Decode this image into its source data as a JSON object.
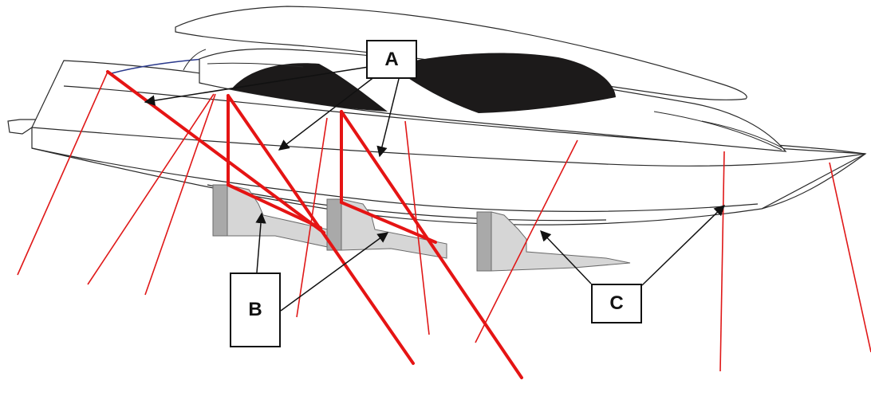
{
  "labels": {
    "a": "A",
    "b": "B",
    "c": "C"
  },
  "colors": {
    "outline": "#2a2a2a",
    "glass": "#1c1a1a",
    "hull_top_blue": "#2b3a8c",
    "sling_line": "#e01818",
    "sling_heavy": "#e51414",
    "cradle_face": "#d6d6d6",
    "cradle_side": "#a9a9a9",
    "arrow": "#111111"
  }
}
